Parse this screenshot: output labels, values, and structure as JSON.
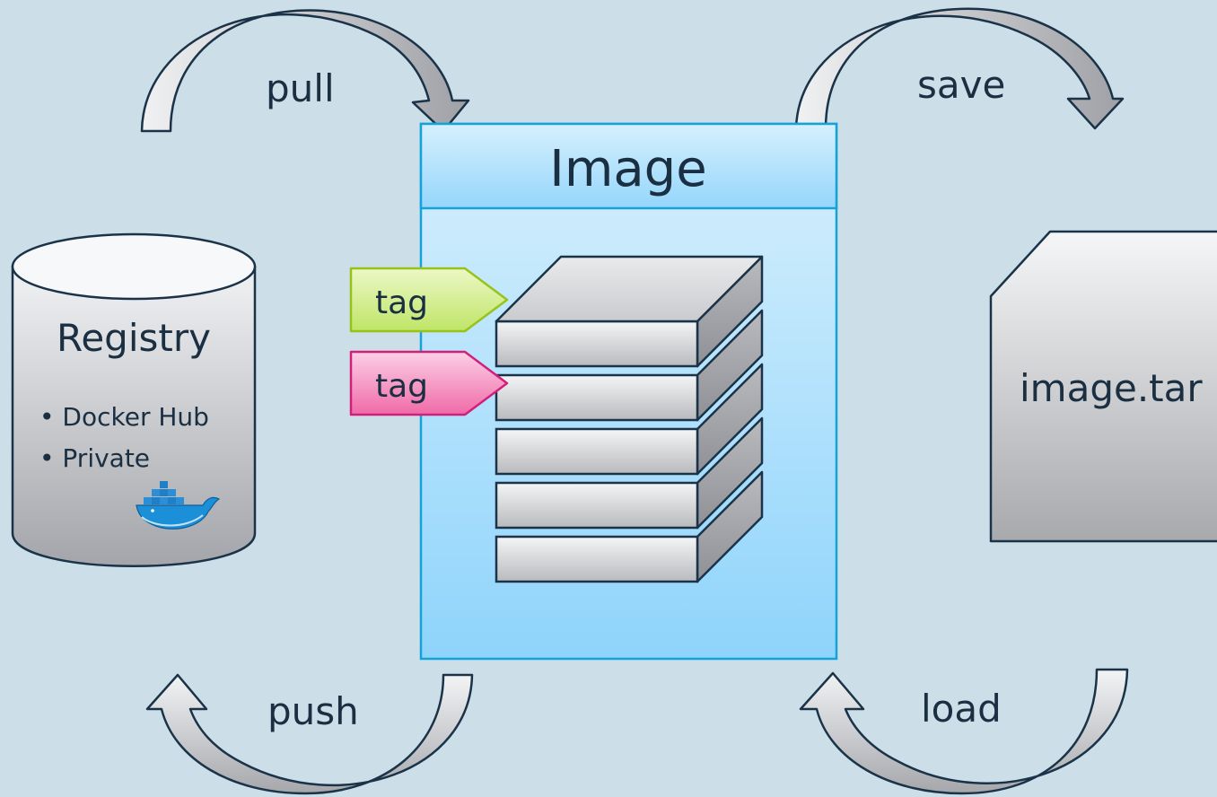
{
  "colors": {
    "background": "#ccdfe8",
    "outline": "#1b3348",
    "image_box_fill_top": "#d6effc",
    "image_box_fill_bottom": "#8fd4fb",
    "image_box_border": "#14a3d9",
    "gray_light": "#eeeff1",
    "gray_dark": "#a4a6aa",
    "tag_green": "#c7ea73",
    "tag_green_border": "#98c21a",
    "tag_pink": "#f56faf",
    "tag_pink_border": "#d1207a",
    "text": "#1b2f42"
  },
  "arrows": {
    "pull": "pull",
    "save": "save",
    "push": "push",
    "load": "load"
  },
  "image_box": {
    "title": "Image",
    "layer_count": 5
  },
  "tags": [
    {
      "label": "tag",
      "color": "green"
    },
    {
      "label": "tag",
      "color": "pink"
    }
  ],
  "registry": {
    "title": "Registry",
    "items": [
      "• Docker Hub",
      "• Private"
    ],
    "logo": "docker-whale-icon"
  },
  "file": {
    "label": "image.tar"
  }
}
